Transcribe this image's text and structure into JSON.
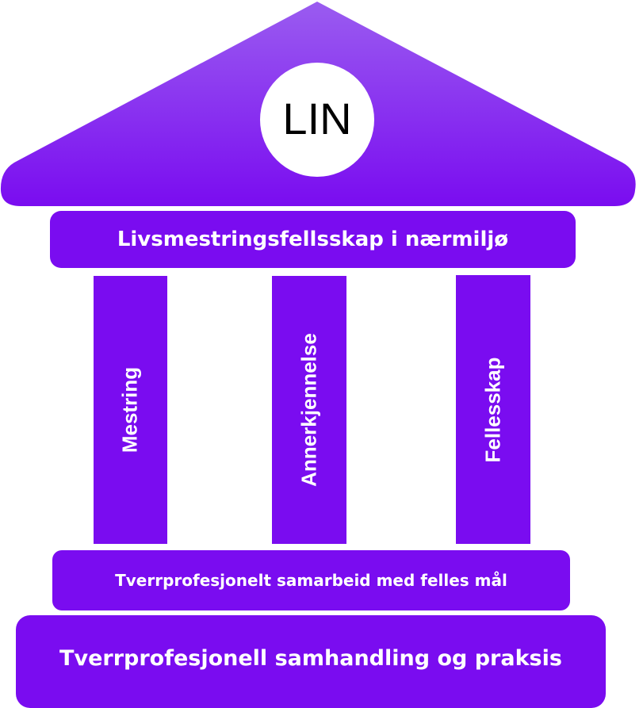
{
  "logo": {
    "text": "LIN"
  },
  "beam": {
    "label": "Livsmestringsfellsskap i nærmiljø"
  },
  "pillars": [
    {
      "label": "Mestring"
    },
    {
      "label": "Annerkjennelse"
    },
    {
      "label": "Fellesskap"
    }
  ],
  "upper_step": {
    "label": "Tverrprofesjonelt samarbeid med felles mål"
  },
  "base": {
    "label": "Tverrprofesjonell samhandling og praksis"
  },
  "colors": {
    "primary": "#7a0cf0",
    "roof_top": "#9a5cf0",
    "roof_bottom": "#7a0cf0",
    "logo_circle": "#ffffff",
    "text_light": "#ffffff",
    "text_dark": "#000000"
  }
}
